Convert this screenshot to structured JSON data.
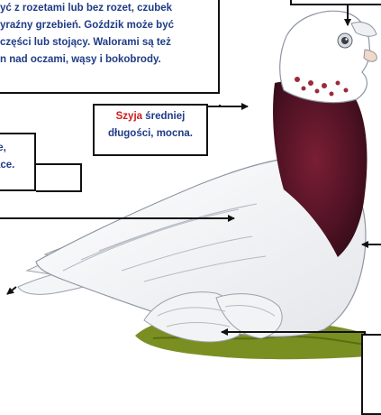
{
  "colors": {
    "text_blue": "#1f3b86",
    "highlight_red": "#d11a1a",
    "neck_dark": "#5a1426",
    "grass": "#7a8f22"
  },
  "annotations": {
    "head": {
      "lines": [
        "yć z rozetami lub bez rozet, czubek",
        "yraźny grzebień. Goździk może być",
        "części lub stojący. Walorami są też",
        "n nad oczami, wąsy i bokobrody."
      ]
    },
    "neck": {
      "highlight": "Szyja",
      "line1_rest": " średniej",
      "line2": "długości, mocna."
    },
    "left": {
      "line1": "ie,",
      "line2": "ące."
    }
  }
}
